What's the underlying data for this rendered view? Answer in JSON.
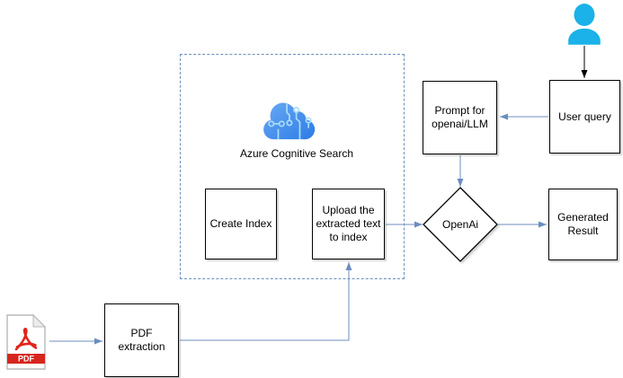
{
  "colors": {
    "connector_blue": "#6c8ebf",
    "connector_black": "#000000",
    "container_border": "#6c8ebf",
    "node_border": "#000000",
    "node_fill": "#ffffff",
    "person_cyan": "#1ab2e8",
    "cloud_blue_light": "#69a9f4",
    "cloud_blue_dark": "#2d7ce5",
    "pdf_red": "#d6261e"
  },
  "nodes": {
    "user_query": {
      "label": "User query"
    },
    "prompt_for_openai": {
      "label": "Prompt for openai/LLM"
    },
    "openai_decision": {
      "label": "OpenAi"
    },
    "generated_result": {
      "label": "Generated Result"
    },
    "create_index": {
      "label": "Create Index"
    },
    "upload_to_index": {
      "label": "Upload the extracted text to index"
    },
    "pdf_extraction": {
      "label": "PDF extraction"
    },
    "azure_cognitive_search": {
      "label": "Azure Cognitive Search"
    }
  },
  "icons": {
    "person": {
      "name": "user-person-icon"
    },
    "azure_cloud": {
      "name": "azure-cognitive-search-cloud-icon"
    },
    "pdf_file": {
      "name": "pdf-file-icon",
      "badge": "PDF"
    }
  }
}
